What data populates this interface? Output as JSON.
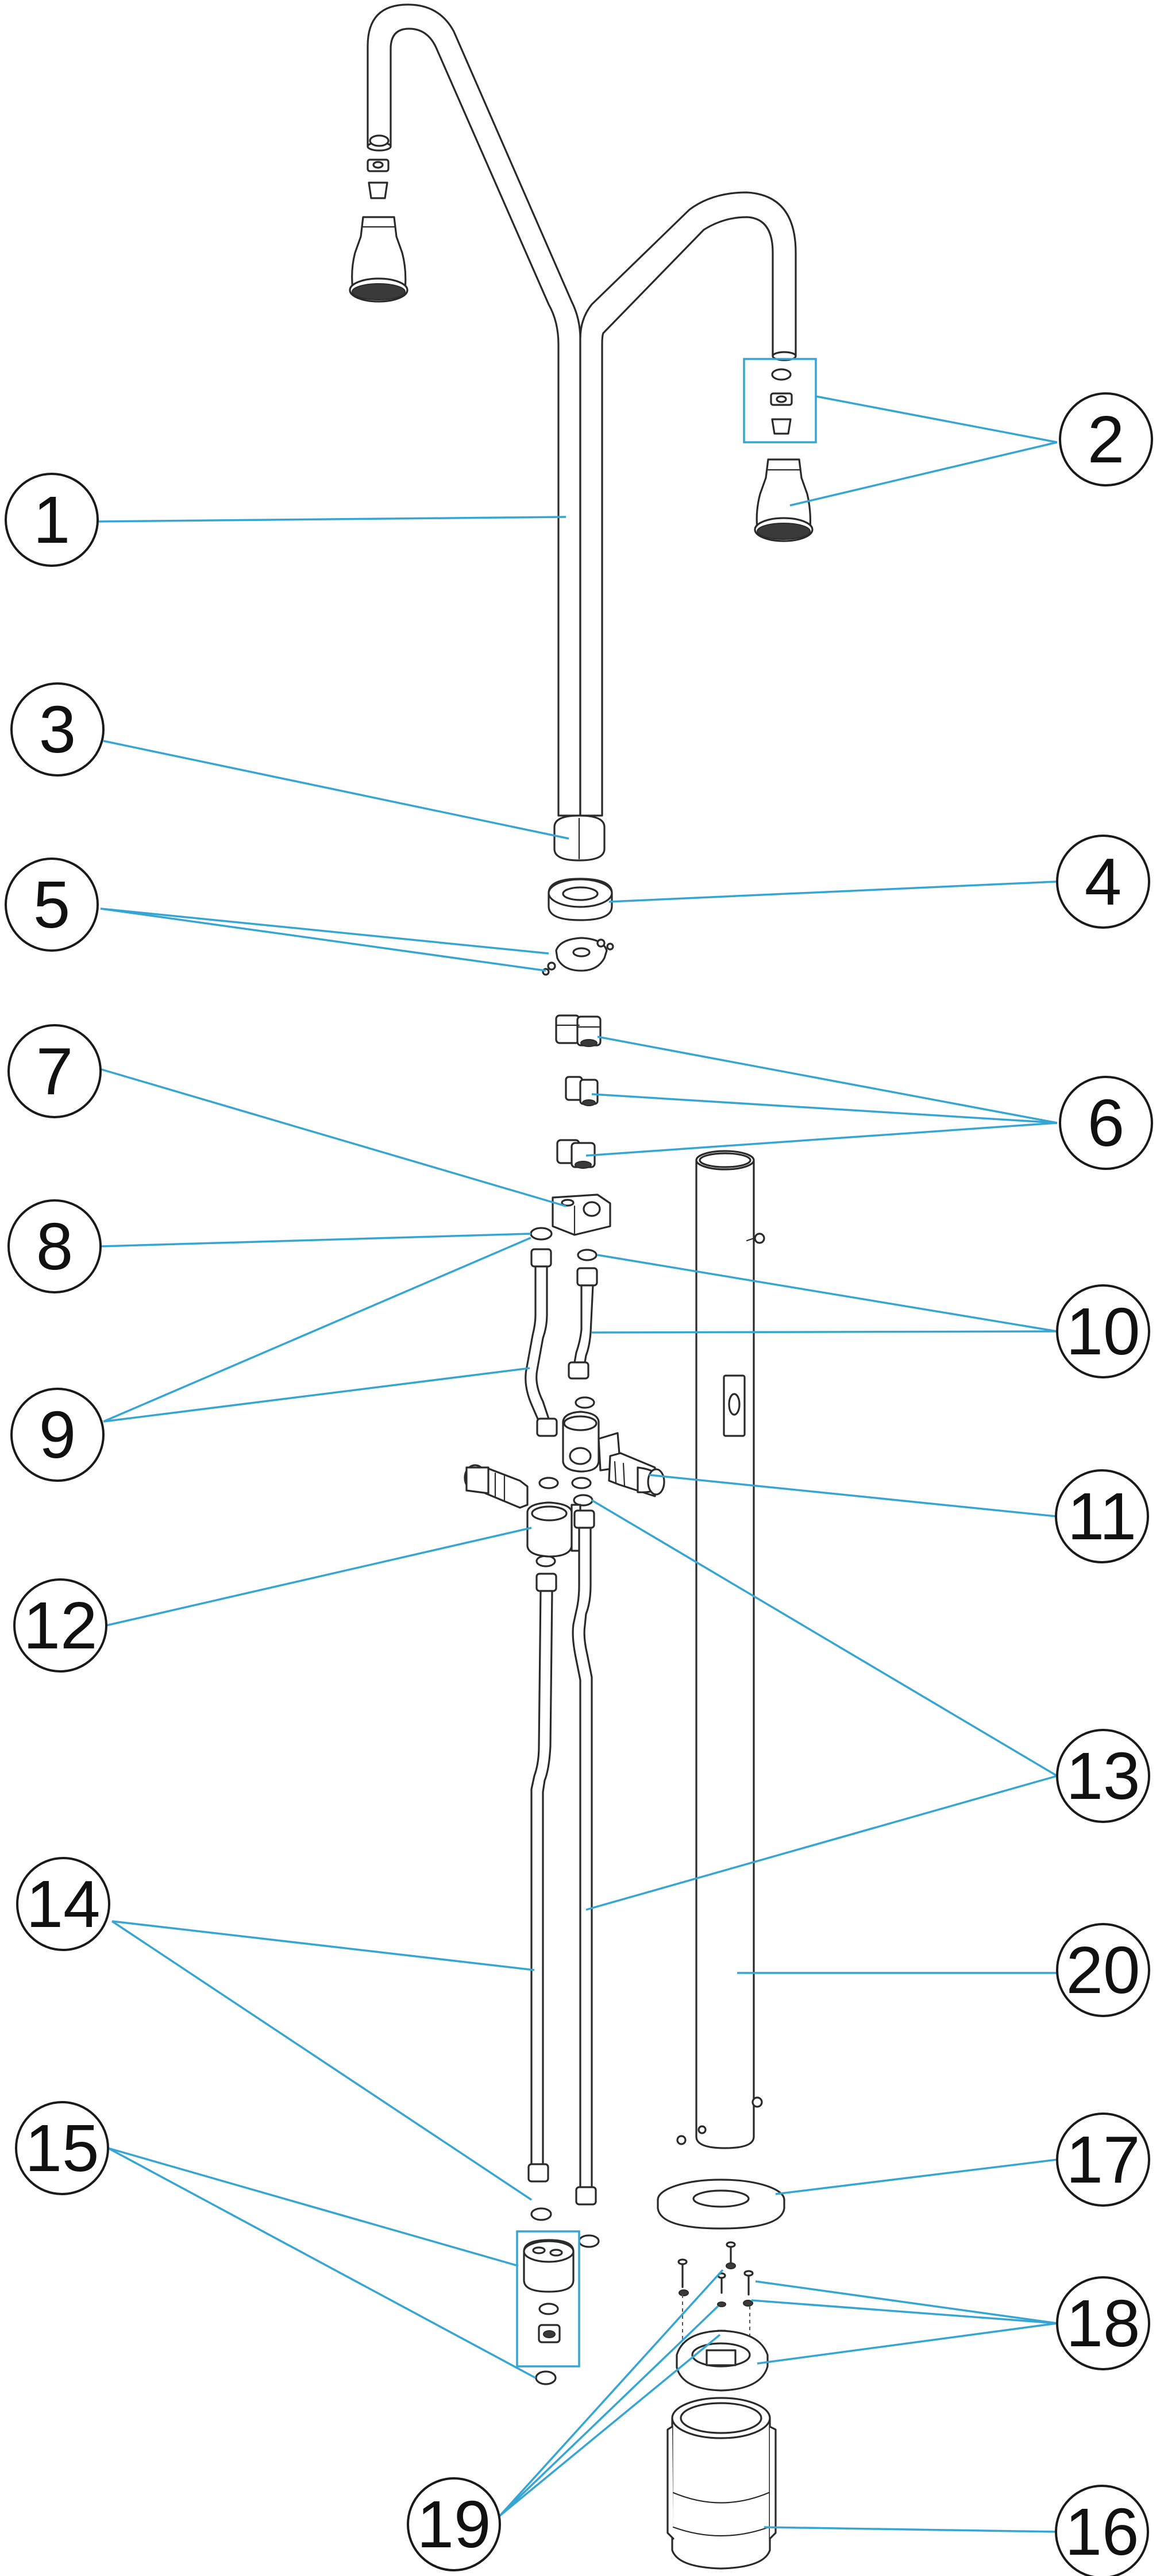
{
  "labels": {
    "p1": "1",
    "p2": "2",
    "p3": "3",
    "p4": "4",
    "p5": "5",
    "p6": "6",
    "p7": "7",
    "p8": "8",
    "p9": "9",
    "p10": "10",
    "p11": "11",
    "p12": "12",
    "p13": "13",
    "p14": "14",
    "p15": "15",
    "p16": "16",
    "p17": "17",
    "p18": "18",
    "p19": "19",
    "p20": "20"
  },
  "colors": {
    "leader": "#35a6d4",
    "outline": "#2a2a2a"
  }
}
